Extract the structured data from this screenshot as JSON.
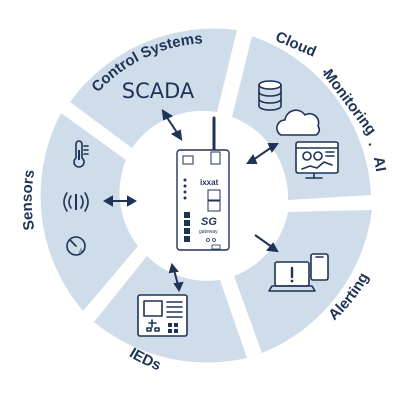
{
  "diagram": {
    "segments": [
      {
        "id": "control",
        "label": "Control Systems",
        "center_text": "SCADA"
      },
      {
        "id": "cloud",
        "label_parts": [
          "Cloud",
          "·",
          "Monitoring",
          "·",
          "AI"
        ]
      },
      {
        "id": "alerting",
        "label": "Alerting"
      },
      {
        "id": "ieds",
        "label": "IEDs"
      },
      {
        "id": "sensors",
        "label": "Sensors"
      }
    ],
    "gateway": {
      "brand": "ixxat",
      "model": "SG",
      "model_sub": "gateway"
    },
    "sensor_gauge_letter": "A",
    "colors": {
      "segment_fill": "#cfdcea",
      "ink": "#1f3357",
      "device_body": "#ffffff"
    },
    "icons": [
      "thermometer-icon",
      "wireless-signal-icon",
      "ammeter-gauge-icon",
      "database-icon",
      "cloud-icon",
      "dashboard-monitor-icon",
      "laptop-alert-icon",
      "ied-device-icon",
      "gateway-device-icon"
    ]
  }
}
